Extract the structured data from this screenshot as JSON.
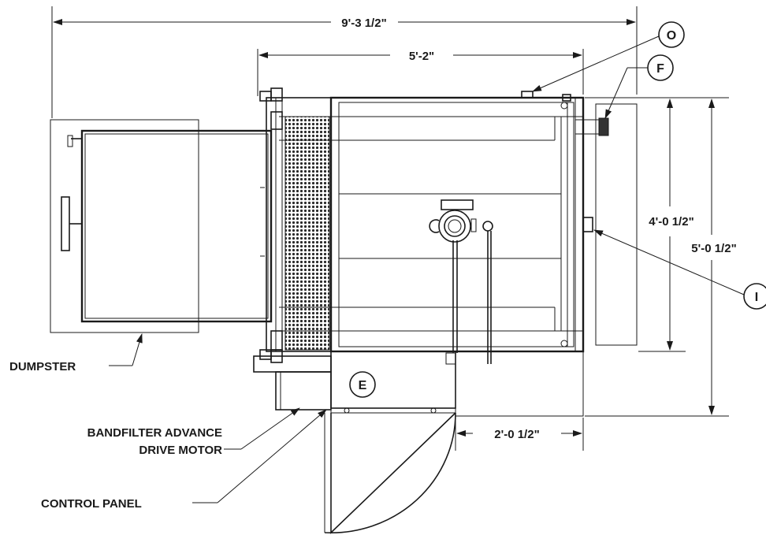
{
  "dimensions": {
    "overall_length": "9'-3 1/2\"",
    "unit_length": "5'-2\"",
    "tank_depth": "4'-0 1/2\"",
    "overall_depth": "5'-0 1/2\"",
    "panel_width": "2'-0 1/2\""
  },
  "callouts": {
    "o": "O",
    "f": "F",
    "i": "I",
    "e": "E"
  },
  "labels": {
    "dumpster": "DUMPSTER",
    "motor_line1": "BANDFILTER ADVANCE",
    "motor_line2": "DRIVE MOTOR",
    "control_panel": "CONTROL PANEL"
  }
}
